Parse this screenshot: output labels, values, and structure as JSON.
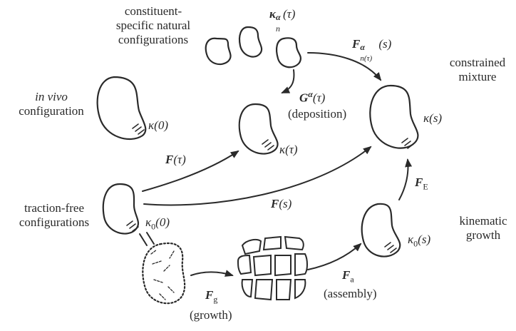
{
  "labels": {
    "constituent_line1": "constituent-",
    "constituent_line2": "specific natural",
    "constituent_line3": "configurations",
    "kappa_n": "κ",
    "kappa_n_sub": "n",
    "kappa_n_sup": "α",
    "kappa_n_arg": "(τ)",
    "F_n": "F",
    "F_n_sup": "α",
    "F_n_sub": "n(τ)",
    "F_n_arg": "(s)",
    "constrained_line1": "constrained",
    "constrained_line2": "mixture",
    "in_vivo_line1": "in vivo",
    "in_vivo_line2": "configuration",
    "kappa0": "κ(0)",
    "G": "G",
    "G_sup": "α",
    "G_arg": "(τ)",
    "deposition": "(deposition)",
    "kappa_s": "κ(s)",
    "kappa_tau": "κ(τ)",
    "F_tau": "F",
    "F_tau_arg": "(τ)",
    "F_E": "F",
    "F_E_sub": "E",
    "traction_line1": "traction-free",
    "traction_line2": "configurations",
    "F_s": "F",
    "F_s_arg": "(s)",
    "kappa00_base": "κ",
    "kappa00_sub": "0",
    "kappa00_arg": "(0)",
    "kinematic_line1": "kinematic",
    "kinematic_line2": "growth",
    "kappa0s_base": "κ",
    "kappa0s_sub": "0",
    "kappa0s_arg": "(s)",
    "F_a": "F",
    "F_a_sub": "a",
    "assembly": "(assembly)",
    "F_g": "F",
    "F_g_sub": "g",
    "growth": "(growth)"
  },
  "colors": {
    "ink": "#2a2a2a",
    "background": "#ffffff"
  }
}
